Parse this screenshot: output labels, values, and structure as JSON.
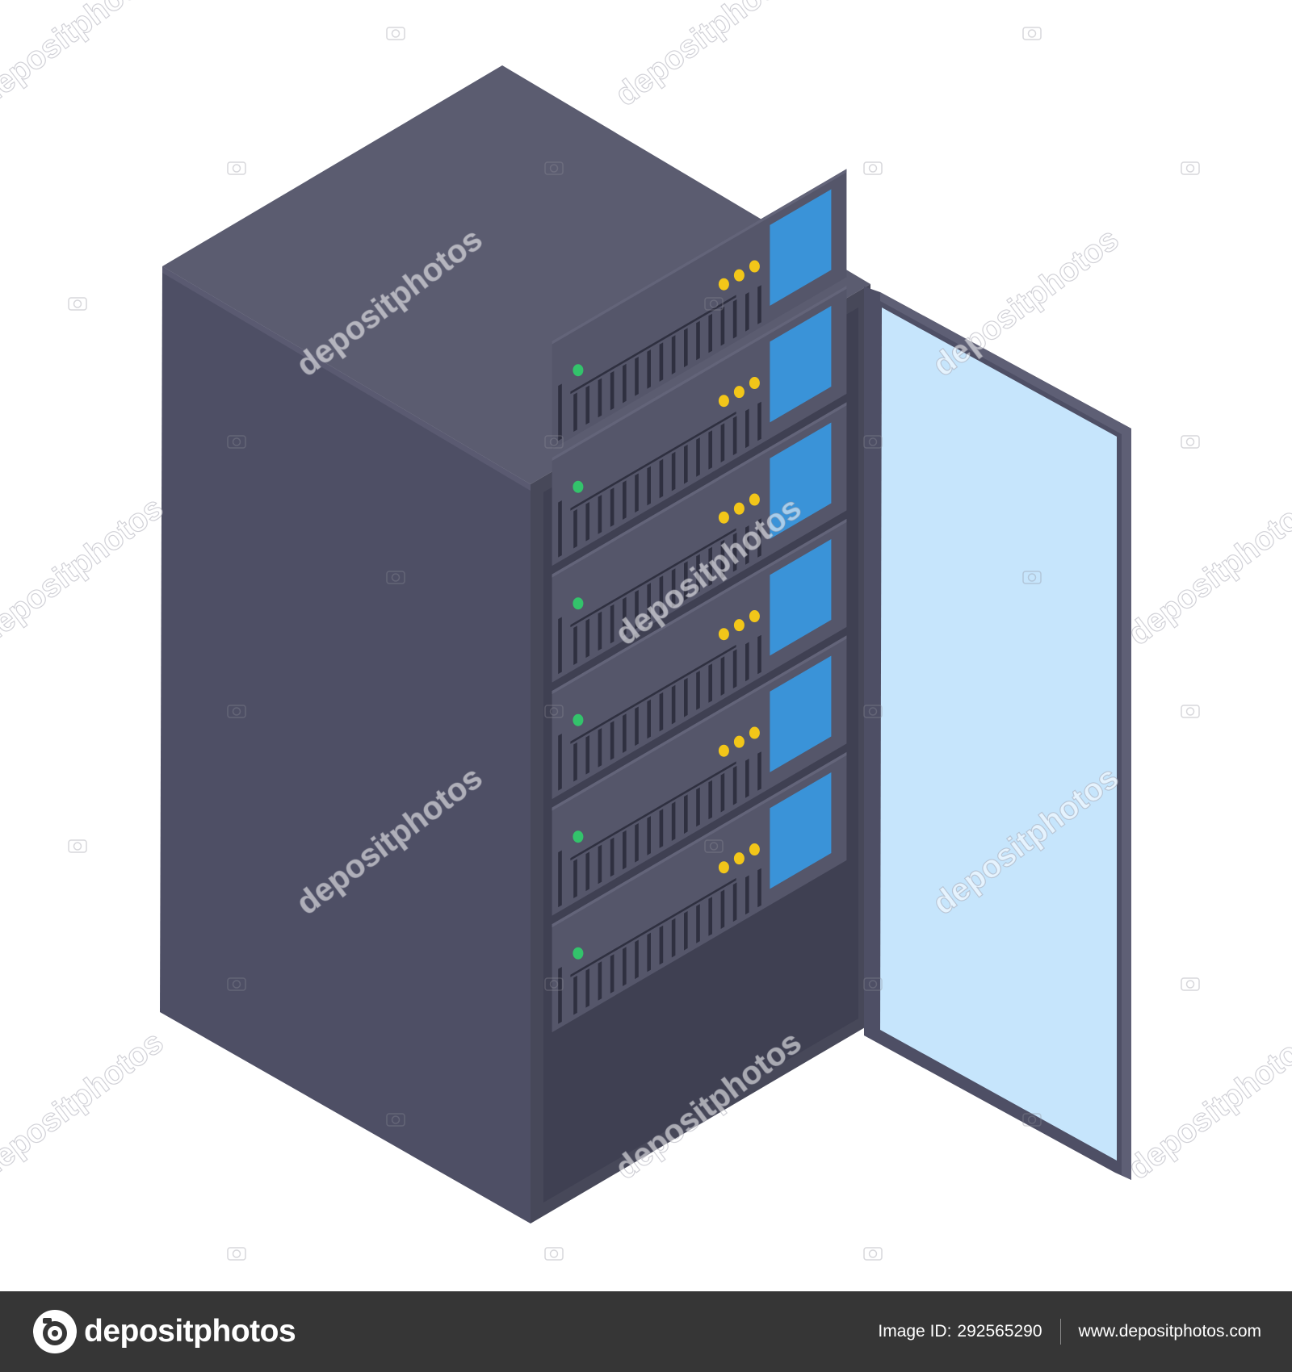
{
  "illustration": {
    "subject": "isometric server rack with open door",
    "server_unit_count": 6,
    "green_leds_per_unit": 1,
    "yellow_leds_per_unit": 3,
    "colors": {
      "background": "#ffffff",
      "cabinet_top": "#5b5c70",
      "cabinet_side": "#4e4f65",
      "cabinet_front": "#474859",
      "server_unit": "#55566a",
      "vent": "#2f3040",
      "blue_panel": "#3a93d8",
      "door_frame": "#4e4f65",
      "door_glass": "#c6e5fc",
      "led_green": "#33c36b",
      "led_yellow": "#f2c619"
    }
  },
  "watermark": {
    "text": "depositphotos"
  },
  "footer": {
    "brand_name": "depositphotos",
    "image_id_label": "Image ID:",
    "image_id_value": "292565290",
    "website": "www.depositphotos.com",
    "background_color": "#363636"
  }
}
